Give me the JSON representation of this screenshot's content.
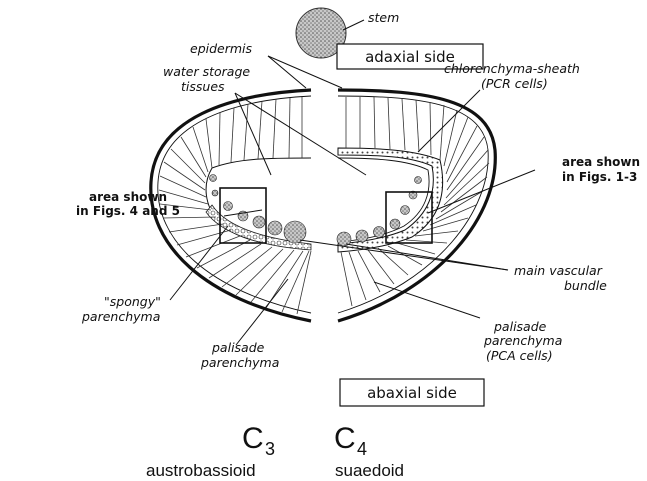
{
  "labels": {
    "stem": "stem",
    "adaxial": "adaxial side",
    "abaxial": "abaxial side",
    "epidermis": "epidermis",
    "water_storage_1": "water storage",
    "water_storage_2": "tissues",
    "chloren_1": "chlorenchyma-sheath",
    "chloren_2": "(PCR cells)",
    "area45_1": "area shown",
    "area45_2": "in Figs. 4 and 5",
    "area13_1": "area shown",
    "area13_2": "in Figs. 1-3",
    "spongy_1": "\"spongy\"",
    "spongy_2": "parenchyma",
    "palisade_l1": "palisade",
    "palisade_l2": "parenchyma",
    "main_vasc_1": "main vascular",
    "main_vasc_2": "bundle",
    "palisade_r1": "palisade",
    "palisade_r2": "parenchyma",
    "palisade_r3": "(PCA cells)"
  },
  "types": {
    "left_main": "C",
    "left_sub": "3",
    "left_caption": "austrobassioid",
    "right_main": "C",
    "right_sub": "4",
    "right_caption": "suaedoid"
  }
}
